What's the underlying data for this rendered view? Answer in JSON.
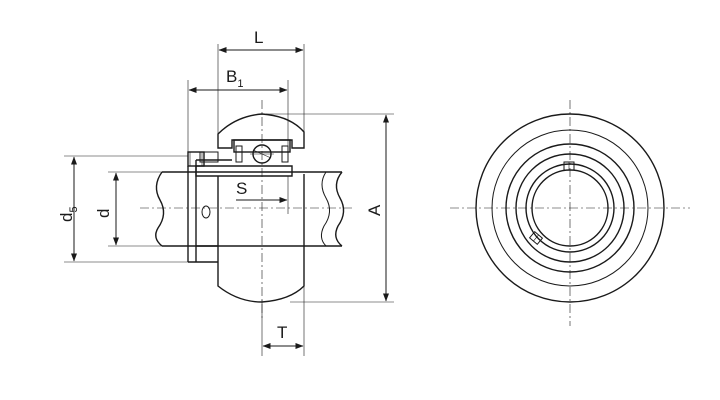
{
  "labels": {
    "L": "L",
    "B": "B",
    "B_sub": "1",
    "d5": "d",
    "d5_sub": "5",
    "d": "d",
    "S": "S",
    "A": "A",
    "T": "T"
  },
  "colors": {
    "line": "#1a1a1a",
    "background": "#ffffff"
  }
}
